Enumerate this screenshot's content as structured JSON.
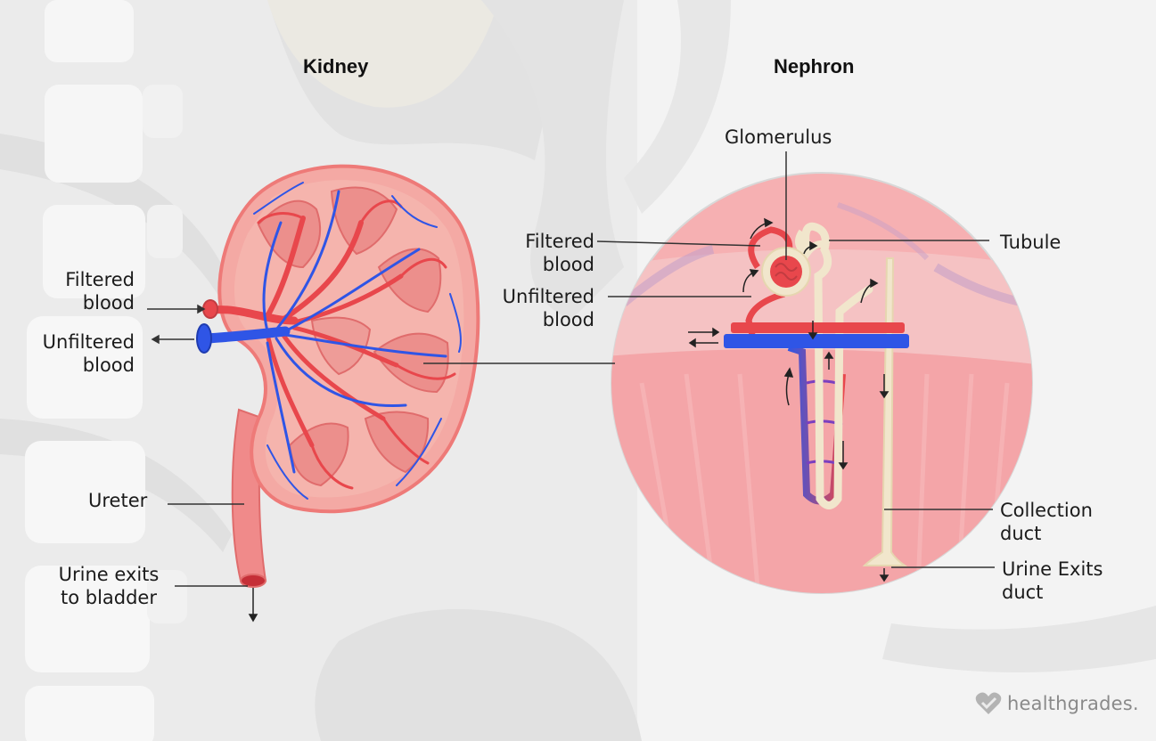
{
  "titles": {
    "kidney": "Kidney",
    "nephron": "Nephron"
  },
  "kidney_labels": {
    "filtered_blood": [
      "Filtered",
      "blood"
    ],
    "unfiltered_blood": [
      "Unfiltered",
      "blood"
    ],
    "ureter": "Ureter",
    "urine_exits": [
      "Urine exits",
      "to bladder"
    ]
  },
  "nephron_labels": {
    "glomerulus": "Glomerulus",
    "filtered_blood": [
      "Filtered",
      "blood"
    ],
    "unfiltered_blood": [
      "Unfiltered",
      "blood"
    ],
    "tubule": "Tubule",
    "collection_duct": [
      "Collection",
      "duct"
    ],
    "urine_exits_duct": [
      "Urine Exits",
      "duct"
    ]
  },
  "brand": {
    "name": "healthgrades.",
    "icon": "heart-check-icon"
  },
  "colors": {
    "artery": "#e8474c",
    "vein": "#2f55e6",
    "kidney_tissue": "#f5a3a3",
    "tubule": "#f1e6cc",
    "background": "#ebebeb"
  }
}
